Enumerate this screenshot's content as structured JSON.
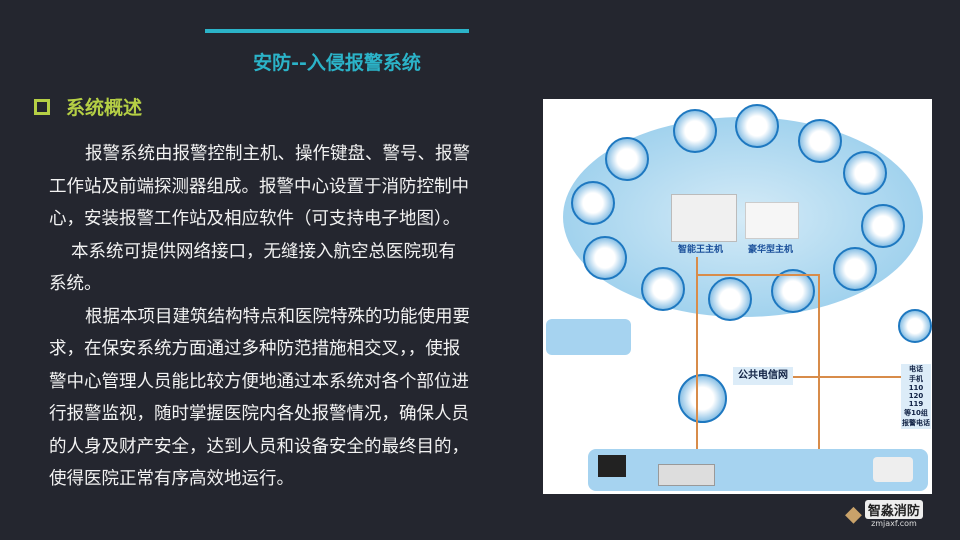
{
  "title": "安防--入侵报警系统",
  "section": "系统概述",
  "paragraph_lines": [
    "报警系统由报警控制主机、操作键盘、警号、报警",
    "工作站及前端探测器组成。报警中心设置于消防控制中",
    "心，安装报警工作站及相应软件（可支持电子地图）。",
    "本系统可提供网络接口，无缝接入航空总医院现有",
    "系统。",
    "根据本项目建筑结构特点和医院特殊的功能使用要",
    "求，在保安系统方面通过多种防范措施相交叉，，使报",
    "警中心管理人员能比较方便地通过本系统对各个部位进",
    "行报警监视，随时掌握医院内各处报警情况，确保人员",
    "的人身及财产安全，达到人员和设备安全的最终目的，",
    "使得医院正常有序高效地运行。"
  ],
  "diagram": {
    "host1": "智能王主机",
    "host2": "豪华型主机",
    "network": "公共电信网",
    "phone_lines": [
      "电话",
      "手机",
      "110",
      "120",
      "119",
      "等10组",
      "报警电话"
    ]
  },
  "logo": {
    "name": "智淼消防",
    "url": "zmjaxf.com"
  }
}
